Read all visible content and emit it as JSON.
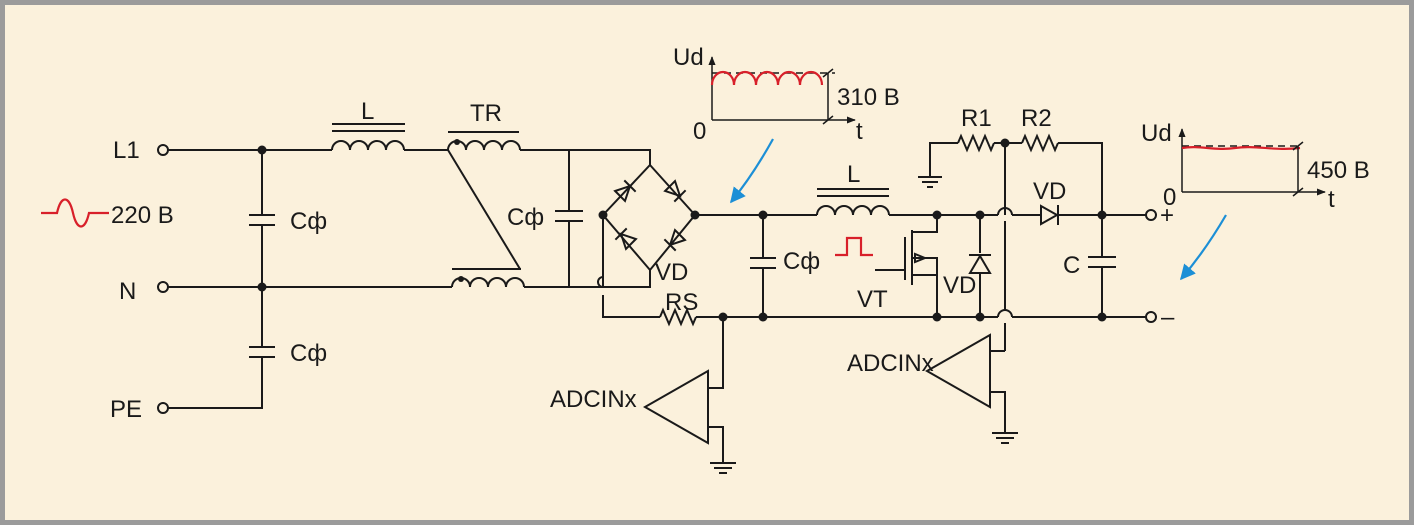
{
  "colors": {
    "background": "#fbf1dc",
    "border": "#9b9b9b",
    "wire": "#1a1a1a",
    "signal": "#d8202a",
    "arrow": "#1c8fd6"
  },
  "terminals": {
    "l1": "L1",
    "n": "N",
    "pe": "PE",
    "plus": "+",
    "minus": "–"
  },
  "source": {
    "voltage": "220 В",
    "icon": "sine-wave-icon"
  },
  "components": {
    "filter_cap": "Сф",
    "inductor": "L",
    "transformer": "TR",
    "bridge_diode": "VD",
    "shunt": "RS",
    "transistor": "VT",
    "boost_diode": "VD",
    "freewheel_diode": "VD",
    "resistor_1": "R1",
    "resistor_2": "R2",
    "output_cap": "C"
  },
  "comparators": {
    "current": "ADCINx",
    "voltage": "ADCINx"
  },
  "graphs": {
    "rectified": {
      "y_axis": "Ud",
      "x_axis": "t",
      "origin": "0",
      "level": "310 В"
    },
    "output": {
      "y_axis": "Ud",
      "x_axis": "t",
      "origin": "0",
      "level": "450 В"
    }
  }
}
